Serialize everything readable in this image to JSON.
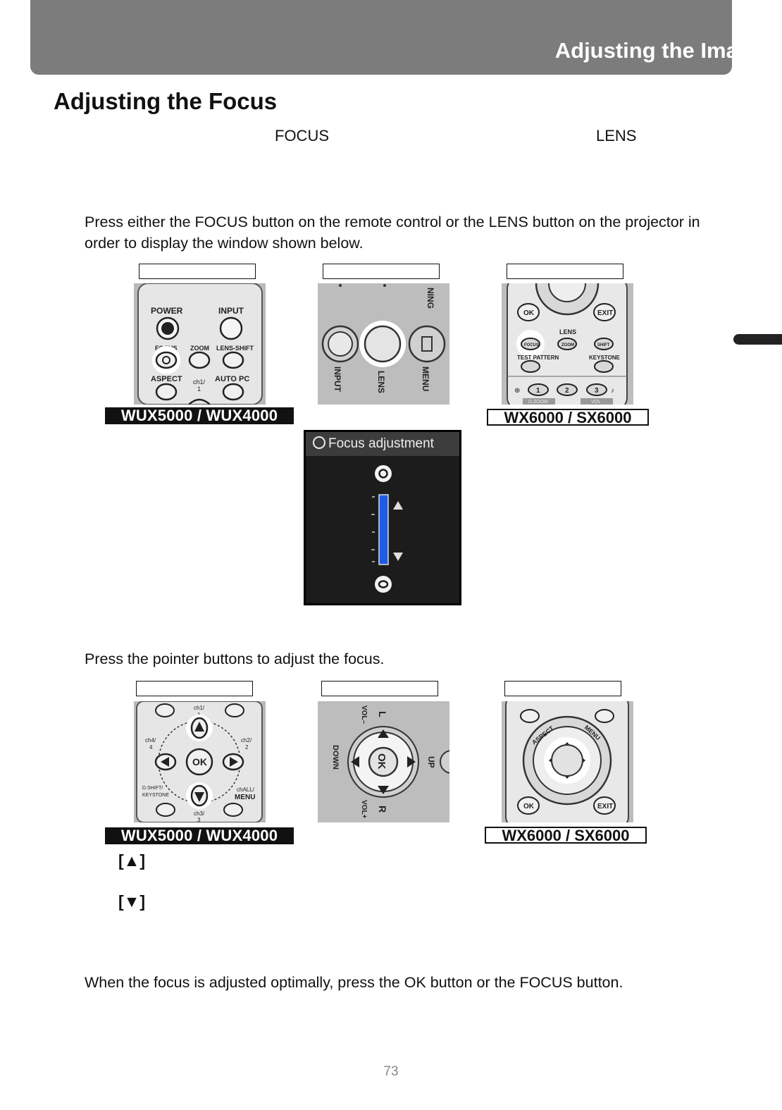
{
  "header": {
    "title": "Adjusting the Image"
  },
  "page_title": "Adjusting the Focus",
  "intro_words": {
    "focus": "FOCUS",
    "lens": "LENS"
  },
  "step1": {
    "text": "Press either the FOCUS button on the remote control or the LENS button on the projector in order to display the window shown below."
  },
  "step2": {
    "text": "Press the pointer buttons to adjust the focus."
  },
  "step3": {
    "text": "When the focus is adjusted optimally, press the OK button or the FOCUS button."
  },
  "models": {
    "wux": "WUX5000 / WUX4000",
    "wx": "WX6000 / SX6000"
  },
  "remote1": {
    "power": "POWER",
    "input": "INPUT",
    "focus": "FOCUS",
    "zoom": "ZOOM",
    "lens_shift": "LENS-SHIFT",
    "aspect": "ASPECT",
    "ch1": "ch1/",
    "one": "1",
    "auto_pc": "AUTO PC"
  },
  "projector": {
    "input": "INPUT",
    "lens": "LENS",
    "menu": "MENU",
    "ning": "NING"
  },
  "remote2": {
    "ok": "OK",
    "exit": "EXIT",
    "lens": "LENS",
    "focus": "FOCUS",
    "zoom": "ZOOM",
    "shift": "SHIFT",
    "test_pattern": "TEST PATTERN",
    "keystone": "KEYSTONE",
    "b1": "1",
    "b2": "2",
    "b3": "3",
    "dzoom": "D.ZOOM",
    "vol": "VOL"
  },
  "focus_window": {
    "title": "Focus adjustment"
  },
  "pointer_remote1": {
    "ch1": "ch1/",
    "ch1n": "1",
    "ch4": "ch4/",
    "ch4n": "4",
    "ch2": "ch2/",
    "ch2n": "2",
    "ok": "OK",
    "dshift": "D.SHIFT/",
    "keystone": "KEYSTONE",
    "challmenu": "chALL/",
    "menu": "MENU",
    "ch3": "ch3/",
    "ch3n": "3"
  },
  "pointer_projector": {
    "vol_minus": "VOL–",
    "l": "L",
    "down": "DOWN",
    "ok": "OK",
    "up": "UP",
    "vol_plus": "VOL+",
    "r": "R"
  },
  "pointer_remote2": {
    "aspect": "ASPECT",
    "menu": "MENU",
    "ok": "OK",
    "exit": "EXIT"
  },
  "arrows": {
    "up": "[▲]",
    "down": "[▼]"
  },
  "page_number": "73"
}
